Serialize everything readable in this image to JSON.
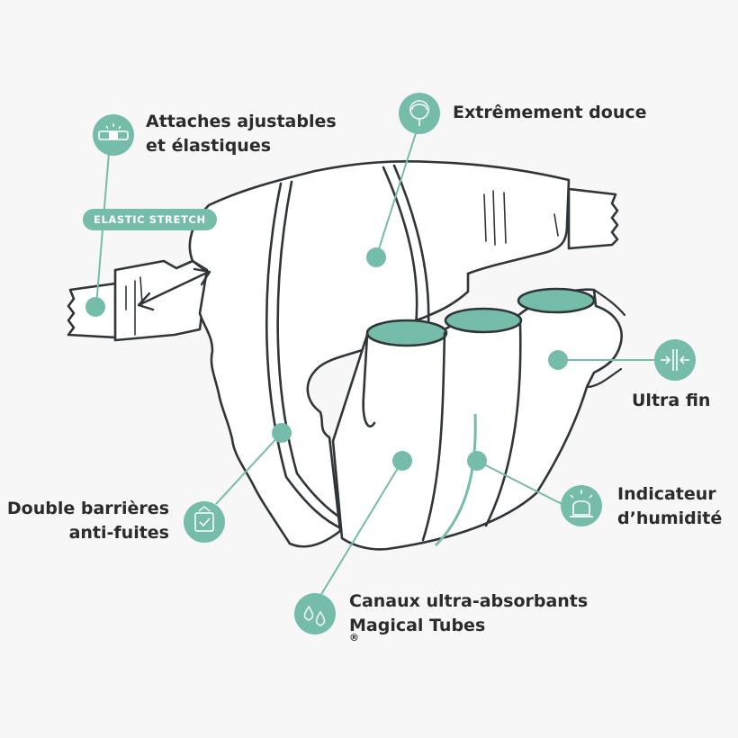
{
  "colors": {
    "accent": "#75bcaa",
    "accent_dark": "#5aa593",
    "outline": "#2f3538",
    "text": "#2b2b2b",
    "background": "#f7f7f7"
  },
  "features": [
    {
      "id": "attaches",
      "lines": [
        "Attaches ajustables",
        "et élastiques"
      ],
      "icon": "adjustable-tab-icon"
    },
    {
      "id": "douce",
      "lines": [
        "Extrêmement douce"
      ],
      "icon": "cotton-flower-icon"
    },
    {
      "id": "ultrafin",
      "lines": [
        "Ultra fin"
      ],
      "icon": "thin-arrows-icon"
    },
    {
      "id": "indicateur",
      "lines": [
        "Indicateur",
        "d’humidité"
      ],
      "icon": "wetness-alarm-icon"
    },
    {
      "id": "canaux",
      "lines": [
        "Canaux ultra-absorbants",
        "Magical Tubes"
      ],
      "trademark": "®",
      "icon": "water-drops-icon"
    },
    {
      "id": "barrieres",
      "lines": [
        "Double barrières",
        "anti-fuites"
      ],
      "icon": "shield-check-icon"
    }
  ],
  "badge": {
    "text": "ELASTIC STRETCH"
  }
}
